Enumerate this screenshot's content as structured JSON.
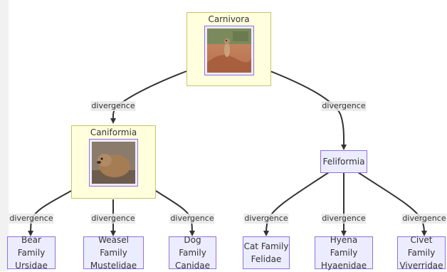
{
  "nodes": {
    "carnivora": {
      "title": "Carnivora",
      "image": "meerkat-photo"
    },
    "caniformia": {
      "title": "Caniformia",
      "image": "marmot-photo"
    },
    "feliformia": {
      "title": "Feliformia"
    },
    "bear": {
      "line1": "Bear Family",
      "line2": "Ursidae"
    },
    "weasel": {
      "line1": "Weasel Family",
      "line2": "Mustelidae"
    },
    "dog": {
      "line1": "Dog Family",
      "line2": "Canidae"
    },
    "cat": {
      "line1": "Cat Family",
      "line2": "Felidae"
    },
    "hyena": {
      "line1": "Hyena Family",
      "line2": "Hyaenidae"
    },
    "civet": {
      "line1": "Civet Family",
      "line2": "Viverridae"
    }
  },
  "edge_label": "divergence",
  "colors": {
    "node_fill": "#ececff",
    "node_border": "#9370db",
    "group_fill": "#ffffde",
    "group_border": "#c4c46a",
    "edge": "#333333"
  }
}
